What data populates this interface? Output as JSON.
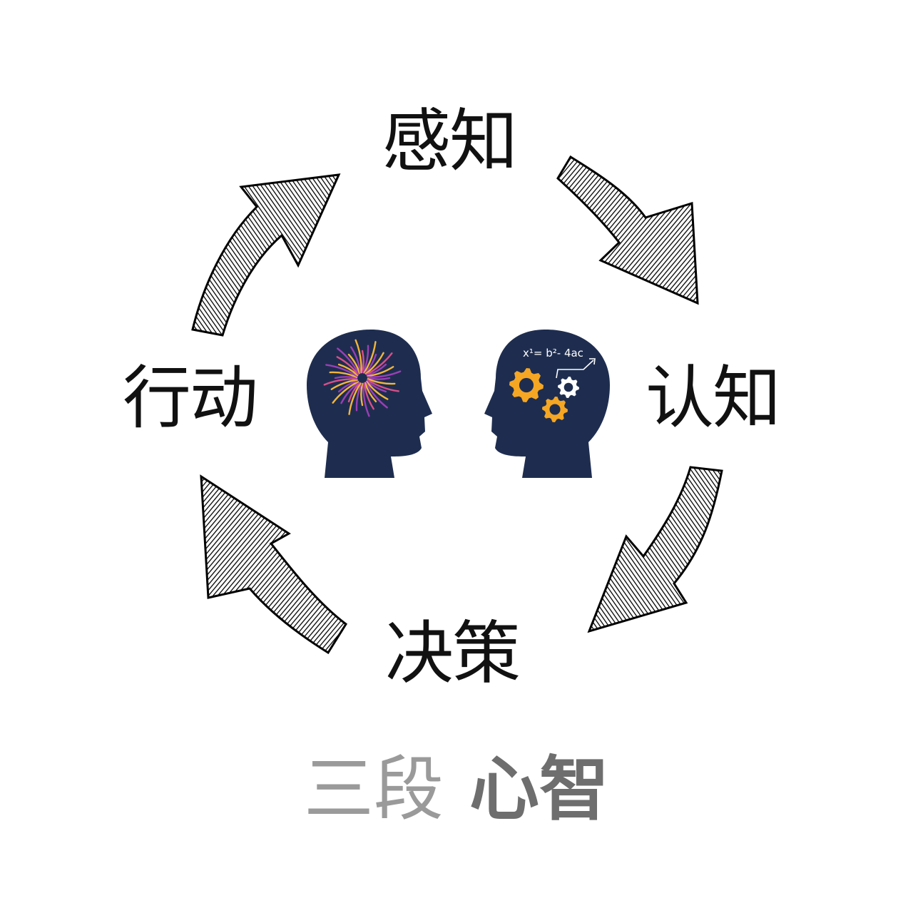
{
  "cycle": {
    "stages": {
      "top": "感知",
      "right": "认知",
      "bottom": "决策",
      "left": "行动"
    }
  },
  "subtitle": {
    "left": "三段",
    "right": "心智"
  },
  "heads": {
    "left": {
      "icon": "fireworks-brain-icon"
    },
    "right": {
      "icon": "gears-brain-icon",
      "formula_main": "x¹= b²- 4ac"
    }
  },
  "colors": {
    "background": "#ffffff",
    "text": "#111111",
    "arrow": "#000000",
    "head": "#1e2d4f",
    "gear_orange": "#f5a623",
    "firework_purple": "#9b3fb5",
    "firework_gold": "#f2b63b",
    "subtitle_light": "#9a9a9a",
    "subtitle_dark": "#6e6e6e"
  }
}
